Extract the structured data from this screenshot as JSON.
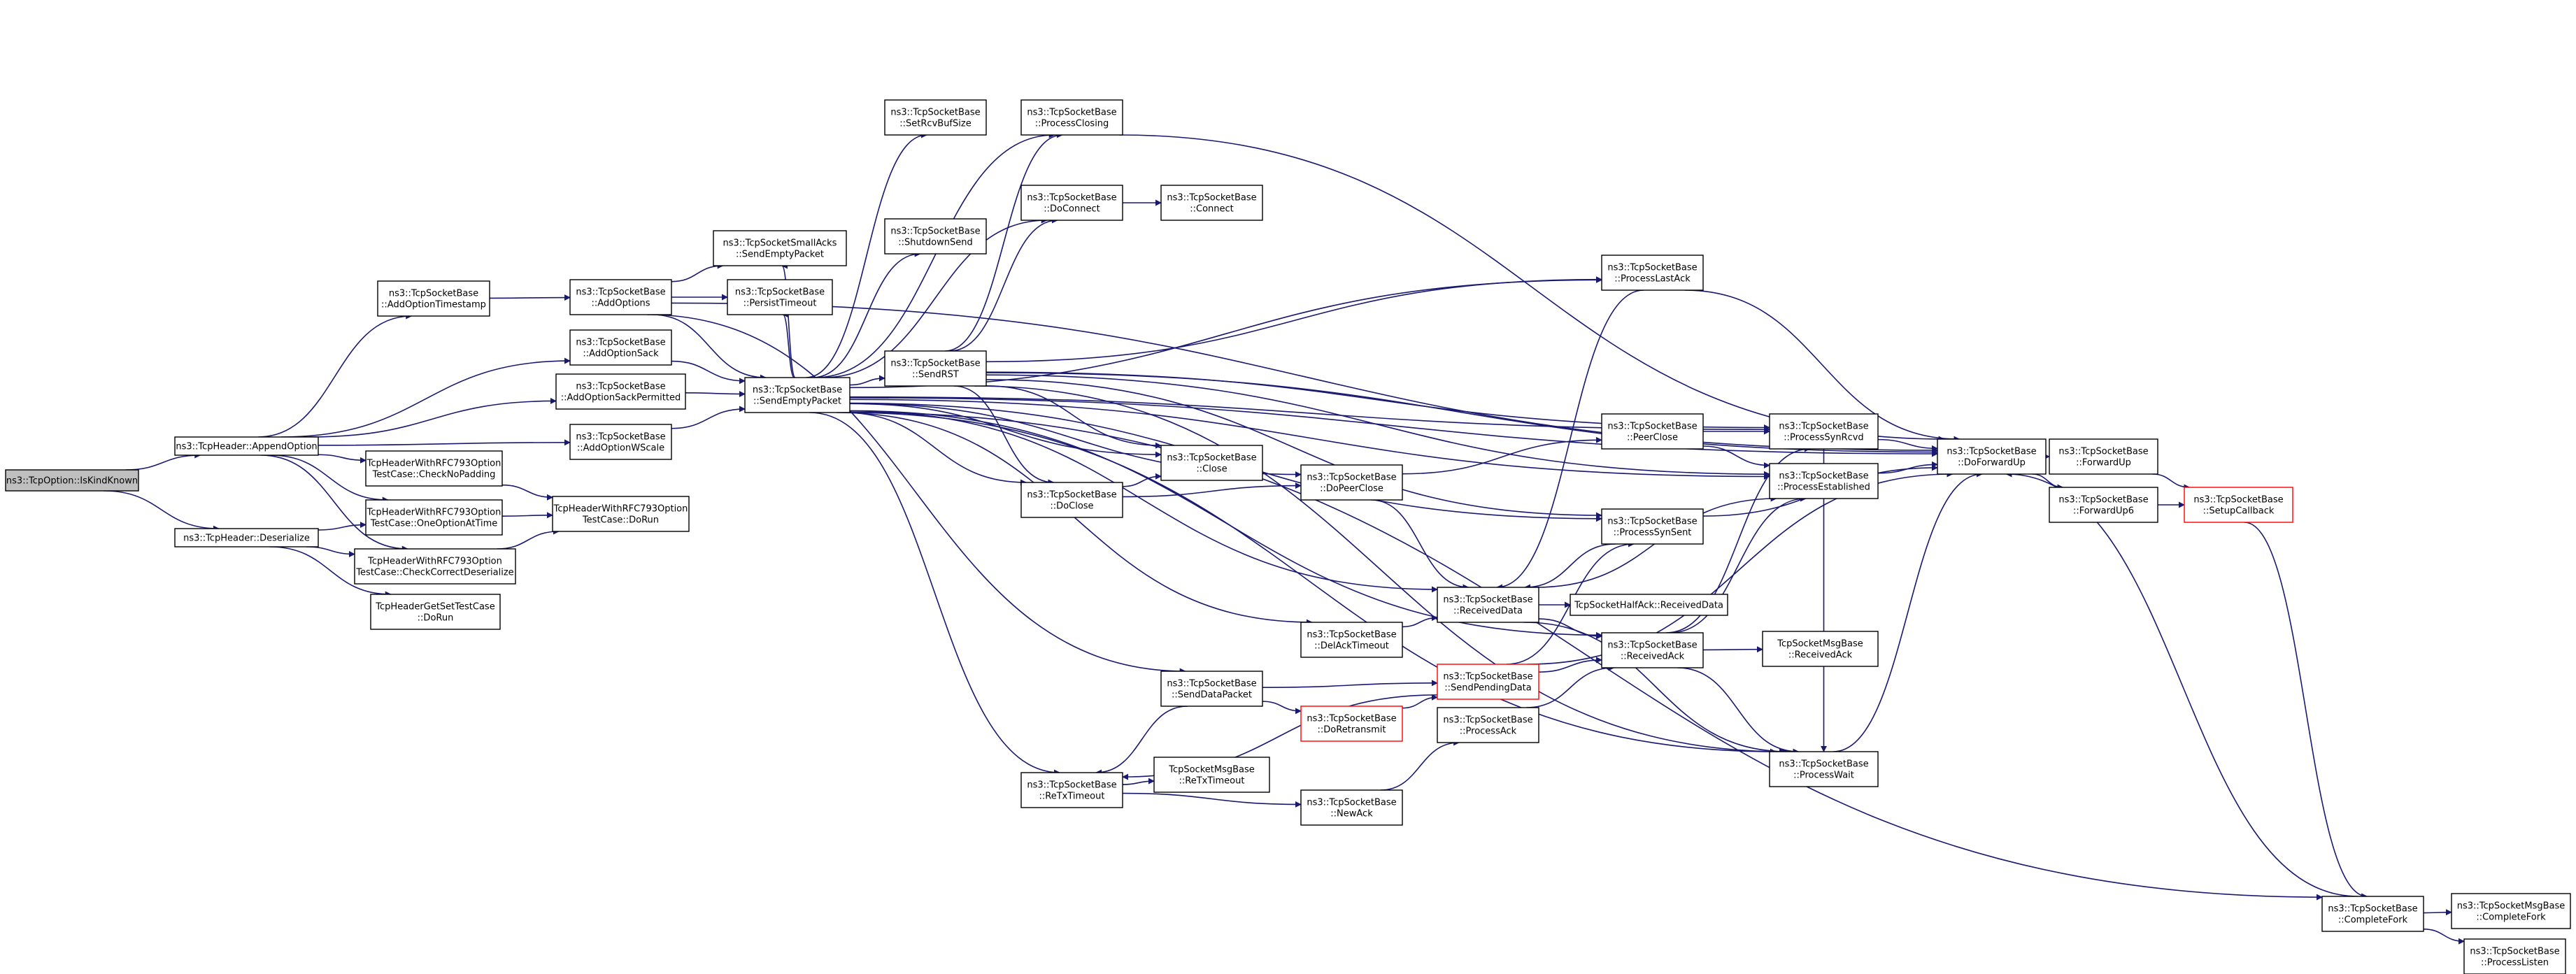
{
  "colors": {
    "edge": "#191970",
    "node_border": "#000000",
    "node_border_truncated": "#ff0000",
    "root_fill": "#bfbfbf",
    "background": "#ffffff"
  },
  "nodes": {
    "isKindKnown": {
      "lines": [
        "ns3::TcpOption::IsKindKnown"
      ],
      "style": "root"
    },
    "appendOption": {
      "lines": [
        "ns3::TcpHeader::AppendOption"
      ],
      "style": "normal"
    },
    "deserialize": {
      "lines": [
        "ns3::TcpHeader::Deserialize"
      ],
      "style": "normal"
    },
    "addOptionTimestamp": {
      "lines": [
        "ns3::TcpSocketBase",
        "::AddOptionTimestamp"
      ],
      "style": "normal"
    },
    "addOptionSack": {
      "lines": [
        "ns3::TcpSocketBase",
        "::AddOptionSack"
      ],
      "style": "normal"
    },
    "addOptionSackPerm": {
      "lines": [
        "ns3::TcpSocketBase",
        "::AddOptionSackPermitted"
      ],
      "style": "normal"
    },
    "addOptionWScale": {
      "lines": [
        "ns3::TcpSocketBase",
        "::AddOptionWScale"
      ],
      "style": "normal"
    },
    "checkNoPadding": {
      "lines": [
        "TcpHeaderWithRFC793Option",
        "TestCase::CheckNoPadding"
      ],
      "style": "normal"
    },
    "oneOptionAtTime": {
      "lines": [
        "TcpHeaderWithRFC793Option",
        "TestCase::OneOptionAtTime"
      ],
      "style": "normal"
    },
    "checkCorrectDeser": {
      "lines": [
        "TcpHeaderWithRFC793Option",
        "TestCase::CheckCorrectDeserialize"
      ],
      "style": "normal"
    },
    "getSetDoRun": {
      "lines": [
        "TcpHeaderGetSetTestCase",
        "::DoRun"
      ],
      "style": "normal"
    },
    "rfcDoRun": {
      "lines": [
        "TcpHeaderWithRFC793Option",
        "TestCase::DoRun"
      ],
      "style": "normal"
    },
    "addOptions": {
      "lines": [
        "ns3::TcpSocketBase",
        "::AddOptions"
      ],
      "style": "normal"
    },
    "smallAcksSendEmpty": {
      "lines": [
        "ns3::TcpSocketSmallAcks",
        "::SendEmptyPacket"
      ],
      "style": "normal"
    },
    "persistTimeout": {
      "lines": [
        "ns3::TcpSocketBase",
        "::PersistTimeout"
      ],
      "style": "normal"
    },
    "sendEmptyPacket": {
      "lines": [
        "ns3::TcpSocketBase",
        "::SendEmptyPacket"
      ],
      "style": "normal"
    },
    "setRcvBufSize": {
      "lines": [
        "ns3::TcpSocketBase",
        "::SetRcvBufSize"
      ],
      "style": "normal"
    },
    "shutdownSend": {
      "lines": [
        "ns3::TcpSocketBase",
        "::ShutdownSend"
      ],
      "style": "normal"
    },
    "sendRST": {
      "lines": [
        "ns3::TcpSocketBase",
        "::SendRST"
      ],
      "style": "normal"
    },
    "processClosing": {
      "lines": [
        "ns3::TcpSocketBase",
        "::ProcessClosing"
      ],
      "style": "normal"
    },
    "doConnect": {
      "lines": [
        "ns3::TcpSocketBase",
        "::DoConnect"
      ],
      "style": "normal"
    },
    "connect": {
      "lines": [
        "ns3::TcpSocketBase",
        "::Connect"
      ],
      "style": "normal"
    },
    "close": {
      "lines": [
        "ns3::TcpSocketBase",
        "::Close"
      ],
      "style": "normal"
    },
    "doClose": {
      "lines": [
        "ns3::TcpSocketBase",
        "::DoClose"
      ],
      "style": "normal"
    },
    "doPeerClose": {
      "lines": [
        "ns3::TcpSocketBase",
        "::DoPeerClose"
      ],
      "style": "normal"
    },
    "delAckTimeout": {
      "lines": [
        "ns3::TcpSocketBase",
        "::DelAckTimeout"
      ],
      "style": "normal"
    },
    "sendDataPacket": {
      "lines": [
        "ns3::TcpSocketBase",
        "::SendDataPacket"
      ],
      "style": "normal"
    },
    "doRetransmit": {
      "lines": [
        "ns3::TcpSocketBase",
        "::DoRetransmit"
      ],
      "style": "red"
    },
    "reTxTimeout": {
      "lines": [
        "ns3::TcpSocketBase",
        "::ReTxTimeout"
      ],
      "style": "normal"
    },
    "msgReTxTimeout": {
      "lines": [
        "TcpSocketMsgBase",
        "::ReTxTimeout"
      ],
      "style": "normal"
    },
    "newAck": {
      "lines": [
        "ns3::TcpSocketBase",
        "::NewAck"
      ],
      "style": "normal"
    },
    "processLastAck": {
      "lines": [
        "ns3::TcpSocketBase",
        "::ProcessLastAck"
      ],
      "style": "normal"
    },
    "peerClose": {
      "lines": [
        "ns3::TcpSocketBase",
        "::PeerClose"
      ],
      "style": "normal"
    },
    "processSynSent": {
      "lines": [
        "ns3::TcpSocketBase",
        "::ProcessSynSent"
      ],
      "style": "normal"
    },
    "receivedData": {
      "lines": [
        "ns3::TcpSocketBase",
        "::ReceivedData"
      ],
      "style": "normal"
    },
    "halfAckReceived": {
      "lines": [
        "TcpSocketHalfAck::ReceivedData"
      ],
      "style": "normal"
    },
    "sendPendingData": {
      "lines": [
        "ns3::TcpSocketBase",
        "::SendPendingData"
      ],
      "style": "red"
    },
    "processAck": {
      "lines": [
        "ns3::TcpSocketBase",
        "::ProcessAck"
      ],
      "style": "normal"
    },
    "processSynRcvd": {
      "lines": [
        "ns3::TcpSocketBase",
        "::ProcessSynRcvd"
      ],
      "style": "normal"
    },
    "processEstablished": {
      "lines": [
        "ns3::TcpSocketBase",
        "::ProcessEstablished"
      ],
      "style": "normal"
    },
    "receivedAck": {
      "lines": [
        "ns3::TcpSocketBase",
        "::ReceivedAck"
      ],
      "style": "normal"
    },
    "msgReceivedAck": {
      "lines": [
        "TcpSocketMsgBase",
        "::ReceivedAck"
      ],
      "style": "normal"
    },
    "processWait": {
      "lines": [
        "ns3::TcpSocketBase",
        "::ProcessWait"
      ],
      "style": "normal"
    },
    "doForwardUp": {
      "lines": [
        "ns3::TcpSocketBase",
        "::DoForwardUp"
      ],
      "style": "normal"
    },
    "forwardUp": {
      "lines": [
        "ns3::TcpSocketBase",
        "::ForwardUp"
      ],
      "style": "normal"
    },
    "forwardUp6": {
      "lines": [
        "ns3::TcpSocketBase",
        "::ForwardUp6"
      ],
      "style": "normal"
    },
    "setupCallback": {
      "lines": [
        "ns3::TcpSocketBase",
        "::SetupCallback"
      ],
      "style": "red"
    },
    "completeFork": {
      "lines": [
        "ns3::TcpSocketBase",
        "::CompleteFork"
      ],
      "style": "normal"
    },
    "msgCompleteFork": {
      "lines": [
        "ns3::TcpSocketMsgBase",
        "::CompleteFork"
      ],
      "style": "normal"
    },
    "processListen": {
      "lines": [
        "ns3::TcpSocketBase",
        "::ProcessListen"
      ],
      "style": "normal"
    }
  }
}
